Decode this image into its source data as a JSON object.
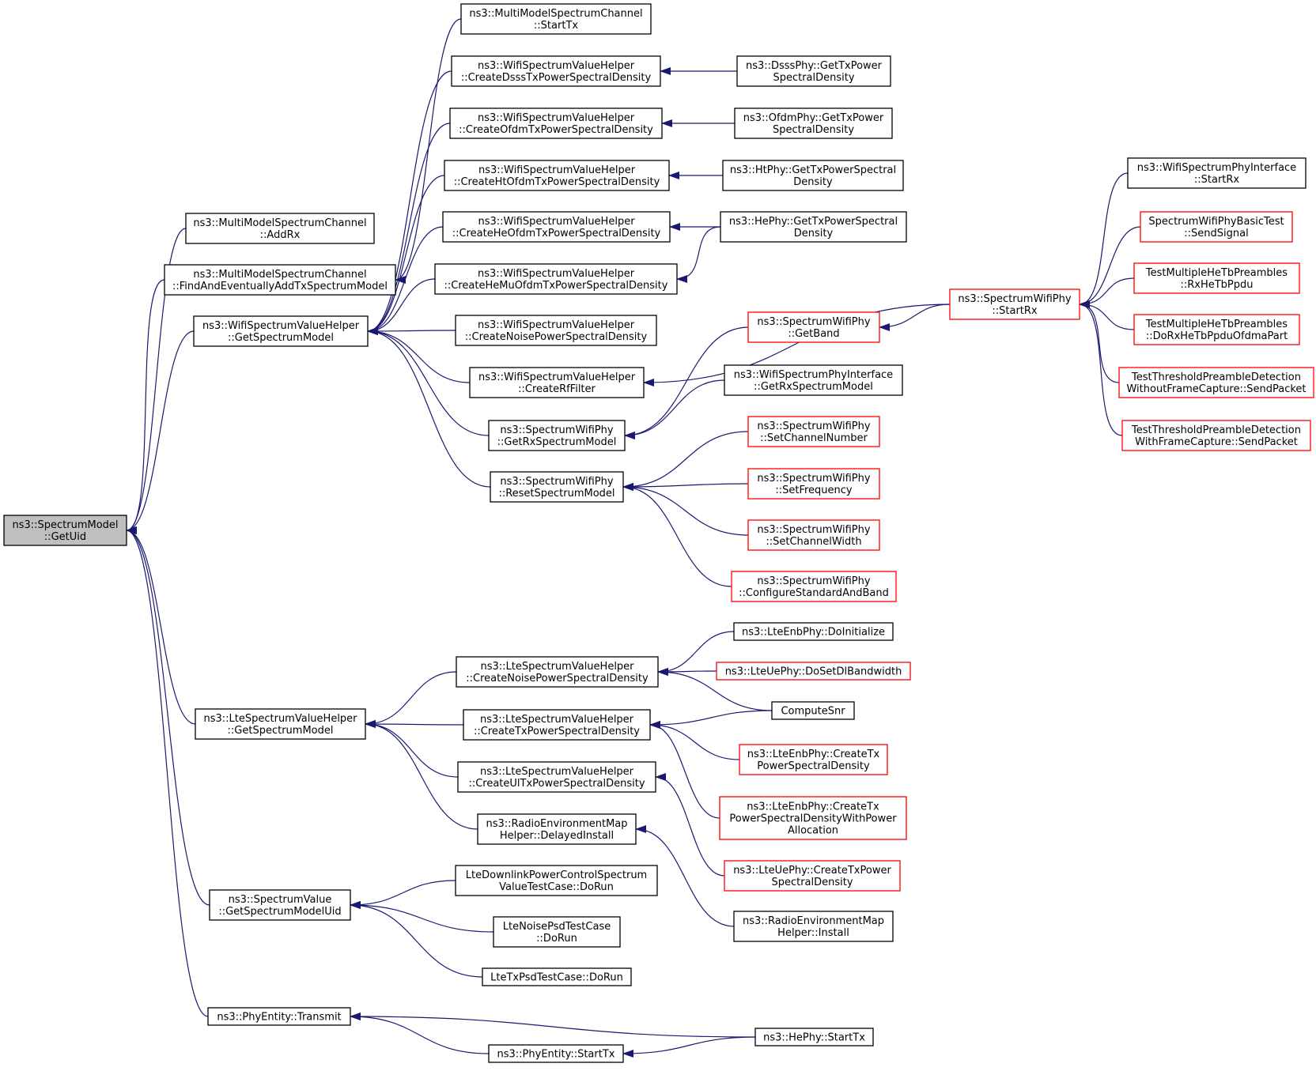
{
  "graph": {
    "edge_color": "#191970",
    "nodes": [
      {
        "id": "n0",
        "lines": [
          "ns3::SpectrumModel",
          "::GetUid"
        ],
        "style": "root"
      },
      {
        "id": "n1",
        "lines": [
          "ns3::MultiModelSpectrumChannel",
          "::AddRx"
        ],
        "style": "black"
      },
      {
        "id": "n2",
        "lines": [
          "ns3::MultiModelSpectrumChannel",
          "::FindAndEventuallyAddTxSpectrumModel"
        ],
        "style": "black"
      },
      {
        "id": "n3",
        "lines": [
          "ns3::WifiSpectrumValueHelper",
          "::GetSpectrumModel"
        ],
        "style": "black"
      },
      {
        "id": "n4",
        "lines": [
          "ns3::LteSpectrumValueHelper",
          "::GetSpectrumModel"
        ],
        "style": "black"
      },
      {
        "id": "n5",
        "lines": [
          "ns3::SpectrumValue",
          "::GetSpectrumModelUid"
        ],
        "style": "black"
      },
      {
        "id": "n6",
        "lines": [
          "ns3::PhyEntity::Transmit"
        ],
        "style": "black"
      },
      {
        "id": "n7",
        "lines": [
          "ns3::MultiModelSpectrumChannel",
          "::StartTx"
        ],
        "style": "black"
      },
      {
        "id": "n8",
        "lines": [
          "ns3::WifiSpectrumValueHelper",
          "::CreateDsssTxPowerSpectralDensity"
        ],
        "style": "black"
      },
      {
        "id": "n9",
        "lines": [
          "ns3::WifiSpectrumValueHelper",
          "::CreateOfdmTxPowerSpectralDensity"
        ],
        "style": "black"
      },
      {
        "id": "n10",
        "lines": [
          "ns3::WifiSpectrumValueHelper",
          "::CreateHtOfdmTxPowerSpectralDensity"
        ],
        "style": "black"
      },
      {
        "id": "n11",
        "lines": [
          "ns3::WifiSpectrumValueHelper",
          "::CreateHeOfdmTxPowerSpectralDensity"
        ],
        "style": "black"
      },
      {
        "id": "n12",
        "lines": [
          "ns3::WifiSpectrumValueHelper",
          "::CreateHeMuOfdmTxPowerSpectralDensity"
        ],
        "style": "black"
      },
      {
        "id": "n13",
        "lines": [
          "ns3::WifiSpectrumValueHelper",
          "::CreateNoisePowerSpectralDensity"
        ],
        "style": "black"
      },
      {
        "id": "n14",
        "lines": [
          "ns3::WifiSpectrumValueHelper",
          "::CreateRfFilter"
        ],
        "style": "black"
      },
      {
        "id": "n15",
        "lines": [
          "ns3::SpectrumWifiPhy",
          "::GetRxSpectrumModel"
        ],
        "style": "black"
      },
      {
        "id": "n16",
        "lines": [
          "ns3::SpectrumWifiPhy",
          "::ResetSpectrumModel"
        ],
        "style": "black"
      },
      {
        "id": "n17",
        "lines": [
          "ns3::DsssPhy::GetTxPower",
          "SpectralDensity"
        ],
        "style": "black"
      },
      {
        "id": "n18",
        "lines": [
          "ns3::OfdmPhy::GetTxPower",
          "SpectralDensity"
        ],
        "style": "black"
      },
      {
        "id": "n19",
        "lines": [
          "ns3::HtPhy::GetTxPowerSpectral",
          "Density"
        ],
        "style": "black"
      },
      {
        "id": "n20",
        "lines": [
          "ns3::HePhy::GetTxPowerSpectral",
          "Density"
        ],
        "style": "black"
      },
      {
        "id": "n21",
        "lines": [
          "ns3::SpectrumWifiPhy",
          "::GetBand"
        ],
        "style": "red"
      },
      {
        "id": "n22",
        "lines": [
          "ns3::WifiSpectrumPhyInterface",
          "::GetRxSpectrumModel"
        ],
        "style": "black"
      },
      {
        "id": "n23",
        "lines": [
          "ns3::SpectrumWifiPhy",
          "::SetChannelNumber"
        ],
        "style": "red"
      },
      {
        "id": "n24",
        "lines": [
          "ns3::SpectrumWifiPhy",
          "::SetFrequency"
        ],
        "style": "red"
      },
      {
        "id": "n25",
        "lines": [
          "ns3::SpectrumWifiPhy",
          "::SetChannelWidth"
        ],
        "style": "red"
      },
      {
        "id": "n26",
        "lines": [
          "ns3::SpectrumWifiPhy",
          "::ConfigureStandardAndBand"
        ],
        "style": "red"
      },
      {
        "id": "n27",
        "lines": [
          "ns3::SpectrumWifiPhy",
          "::StartRx"
        ],
        "style": "red"
      },
      {
        "id": "n28",
        "lines": [
          "ns3::WifiSpectrumPhyInterface",
          "::StartRx"
        ],
        "style": "black"
      },
      {
        "id": "n29",
        "lines": [
          "SpectrumWifiPhyBasicTest",
          "::SendSignal"
        ],
        "style": "red"
      },
      {
        "id": "n30",
        "lines": [
          "TestMultipleHeTbPreambles",
          "::RxHeTbPpdu"
        ],
        "style": "red"
      },
      {
        "id": "n31",
        "lines": [
          "TestMultipleHeTbPreambles",
          "::DoRxHeTbPpduOfdmaPart"
        ],
        "style": "red"
      },
      {
        "id": "n32",
        "lines": [
          "TestThresholdPreambleDetection",
          "WithoutFrameCapture::SendPacket"
        ],
        "style": "red"
      },
      {
        "id": "n33",
        "lines": [
          "TestThresholdPreambleDetection",
          "WithFrameCapture::SendPacket"
        ],
        "style": "red"
      },
      {
        "id": "n34",
        "lines": [
          "ns3::LteSpectrumValueHelper",
          "::CreateNoisePowerSpectralDensity"
        ],
        "style": "black"
      },
      {
        "id": "n35",
        "lines": [
          "ns3::LteSpectrumValueHelper",
          "::CreateTxPowerSpectralDensity"
        ],
        "style": "black"
      },
      {
        "id": "n36",
        "lines": [
          "ns3::LteSpectrumValueHelper",
          "::CreateUlTxPowerSpectralDensity"
        ],
        "style": "black"
      },
      {
        "id": "n37",
        "lines": [
          "ns3::RadioEnvironmentMap",
          "Helper::DelayedInstall"
        ],
        "style": "black"
      },
      {
        "id": "n38",
        "lines": [
          "ns3::LteEnbPhy::DoInitialize"
        ],
        "style": "black"
      },
      {
        "id": "n39",
        "lines": [
          "ns3::LteUePhy::DoSetDlBandwidth"
        ],
        "style": "red"
      },
      {
        "id": "n40",
        "lines": [
          "ComputeSnr"
        ],
        "style": "black"
      },
      {
        "id": "n41",
        "lines": [
          "ns3::LteEnbPhy::CreateTx",
          "PowerSpectralDensity"
        ],
        "style": "red"
      },
      {
        "id": "n42",
        "lines": [
          "ns3::LteEnbPhy::CreateTx",
          "PowerSpectralDensityWithPower",
          "Allocation"
        ],
        "style": "red"
      },
      {
        "id": "n43",
        "lines": [
          "ns3::LteUePhy::CreateTxPower",
          "SpectralDensity"
        ],
        "style": "red"
      },
      {
        "id": "n44",
        "lines": [
          "ns3::RadioEnvironmentMap",
          "Helper::Install"
        ],
        "style": "black"
      },
      {
        "id": "n45",
        "lines": [
          "LteDownlinkPowerControlSpectrum",
          "ValueTestCase::DoRun"
        ],
        "style": "black"
      },
      {
        "id": "n46",
        "lines": [
          "LteNoisePsdTestCase",
          "::DoRun"
        ],
        "style": "black"
      },
      {
        "id": "n47",
        "lines": [
          "LteTxPsdTestCase::DoRun"
        ],
        "style": "black"
      },
      {
        "id": "n48",
        "lines": [
          "ns3::PhyEntity::StartTx"
        ],
        "style": "black"
      },
      {
        "id": "n49",
        "lines": [
          "ns3::HePhy::StartTx"
        ],
        "style": "black"
      }
    ],
    "edges": [
      {
        "from": "n1",
        "to": "n0"
      },
      {
        "from": "n2",
        "to": "n0"
      },
      {
        "from": "n3",
        "to": "n0"
      },
      {
        "from": "n4",
        "to": "n0"
      },
      {
        "from": "n5",
        "to": "n0"
      },
      {
        "from": "n6",
        "to": "n0"
      },
      {
        "from": "n7",
        "to": "n2"
      },
      {
        "from": "n8",
        "to": "n3"
      },
      {
        "from": "n9",
        "to": "n3"
      },
      {
        "from": "n10",
        "to": "n3"
      },
      {
        "from": "n11",
        "to": "n3"
      },
      {
        "from": "n12",
        "to": "n3"
      },
      {
        "from": "n13",
        "to": "n3"
      },
      {
        "from": "n14",
        "to": "n3"
      },
      {
        "from": "n15",
        "to": "n3"
      },
      {
        "from": "n16",
        "to": "n3"
      },
      {
        "from": "n17",
        "to": "n8"
      },
      {
        "from": "n18",
        "to": "n9"
      },
      {
        "from": "n19",
        "to": "n10"
      },
      {
        "from": "n20",
        "to": "n11"
      },
      {
        "from": "n20",
        "to": "n12"
      },
      {
        "from": "n27",
        "to": "n14"
      },
      {
        "from": "n21",
        "to": "n15"
      },
      {
        "from": "n22",
        "to": "n15"
      },
      {
        "from": "n23",
        "to": "n16"
      },
      {
        "from": "n24",
        "to": "n16"
      },
      {
        "from": "n25",
        "to": "n16"
      },
      {
        "from": "n26",
        "to": "n16"
      },
      {
        "from": "n27",
        "to": "n21"
      },
      {
        "from": "n28",
        "to": "n27"
      },
      {
        "from": "n29",
        "to": "n27"
      },
      {
        "from": "n30",
        "to": "n27"
      },
      {
        "from": "n31",
        "to": "n27"
      },
      {
        "from": "n32",
        "to": "n27"
      },
      {
        "from": "n33",
        "to": "n27"
      },
      {
        "from": "n34",
        "to": "n4"
      },
      {
        "from": "n35",
        "to": "n4"
      },
      {
        "from": "n36",
        "to": "n4"
      },
      {
        "from": "n37",
        "to": "n4"
      },
      {
        "from": "n38",
        "to": "n34"
      },
      {
        "from": "n39",
        "to": "n34"
      },
      {
        "from": "n40",
        "to": "n34"
      },
      {
        "from": "n40",
        "to": "n35"
      },
      {
        "from": "n41",
        "to": "n35"
      },
      {
        "from": "n42",
        "to": "n35"
      },
      {
        "from": "n43",
        "to": "n36"
      },
      {
        "from": "n44",
        "to": "n37"
      },
      {
        "from": "n45",
        "to": "n5"
      },
      {
        "from": "n46",
        "to": "n5"
      },
      {
        "from": "n47",
        "to": "n5"
      },
      {
        "from": "n49",
        "to": "n6"
      },
      {
        "from": "n48",
        "to": "n6"
      },
      {
        "from": "n49",
        "to": "n48"
      }
    ]
  }
}
